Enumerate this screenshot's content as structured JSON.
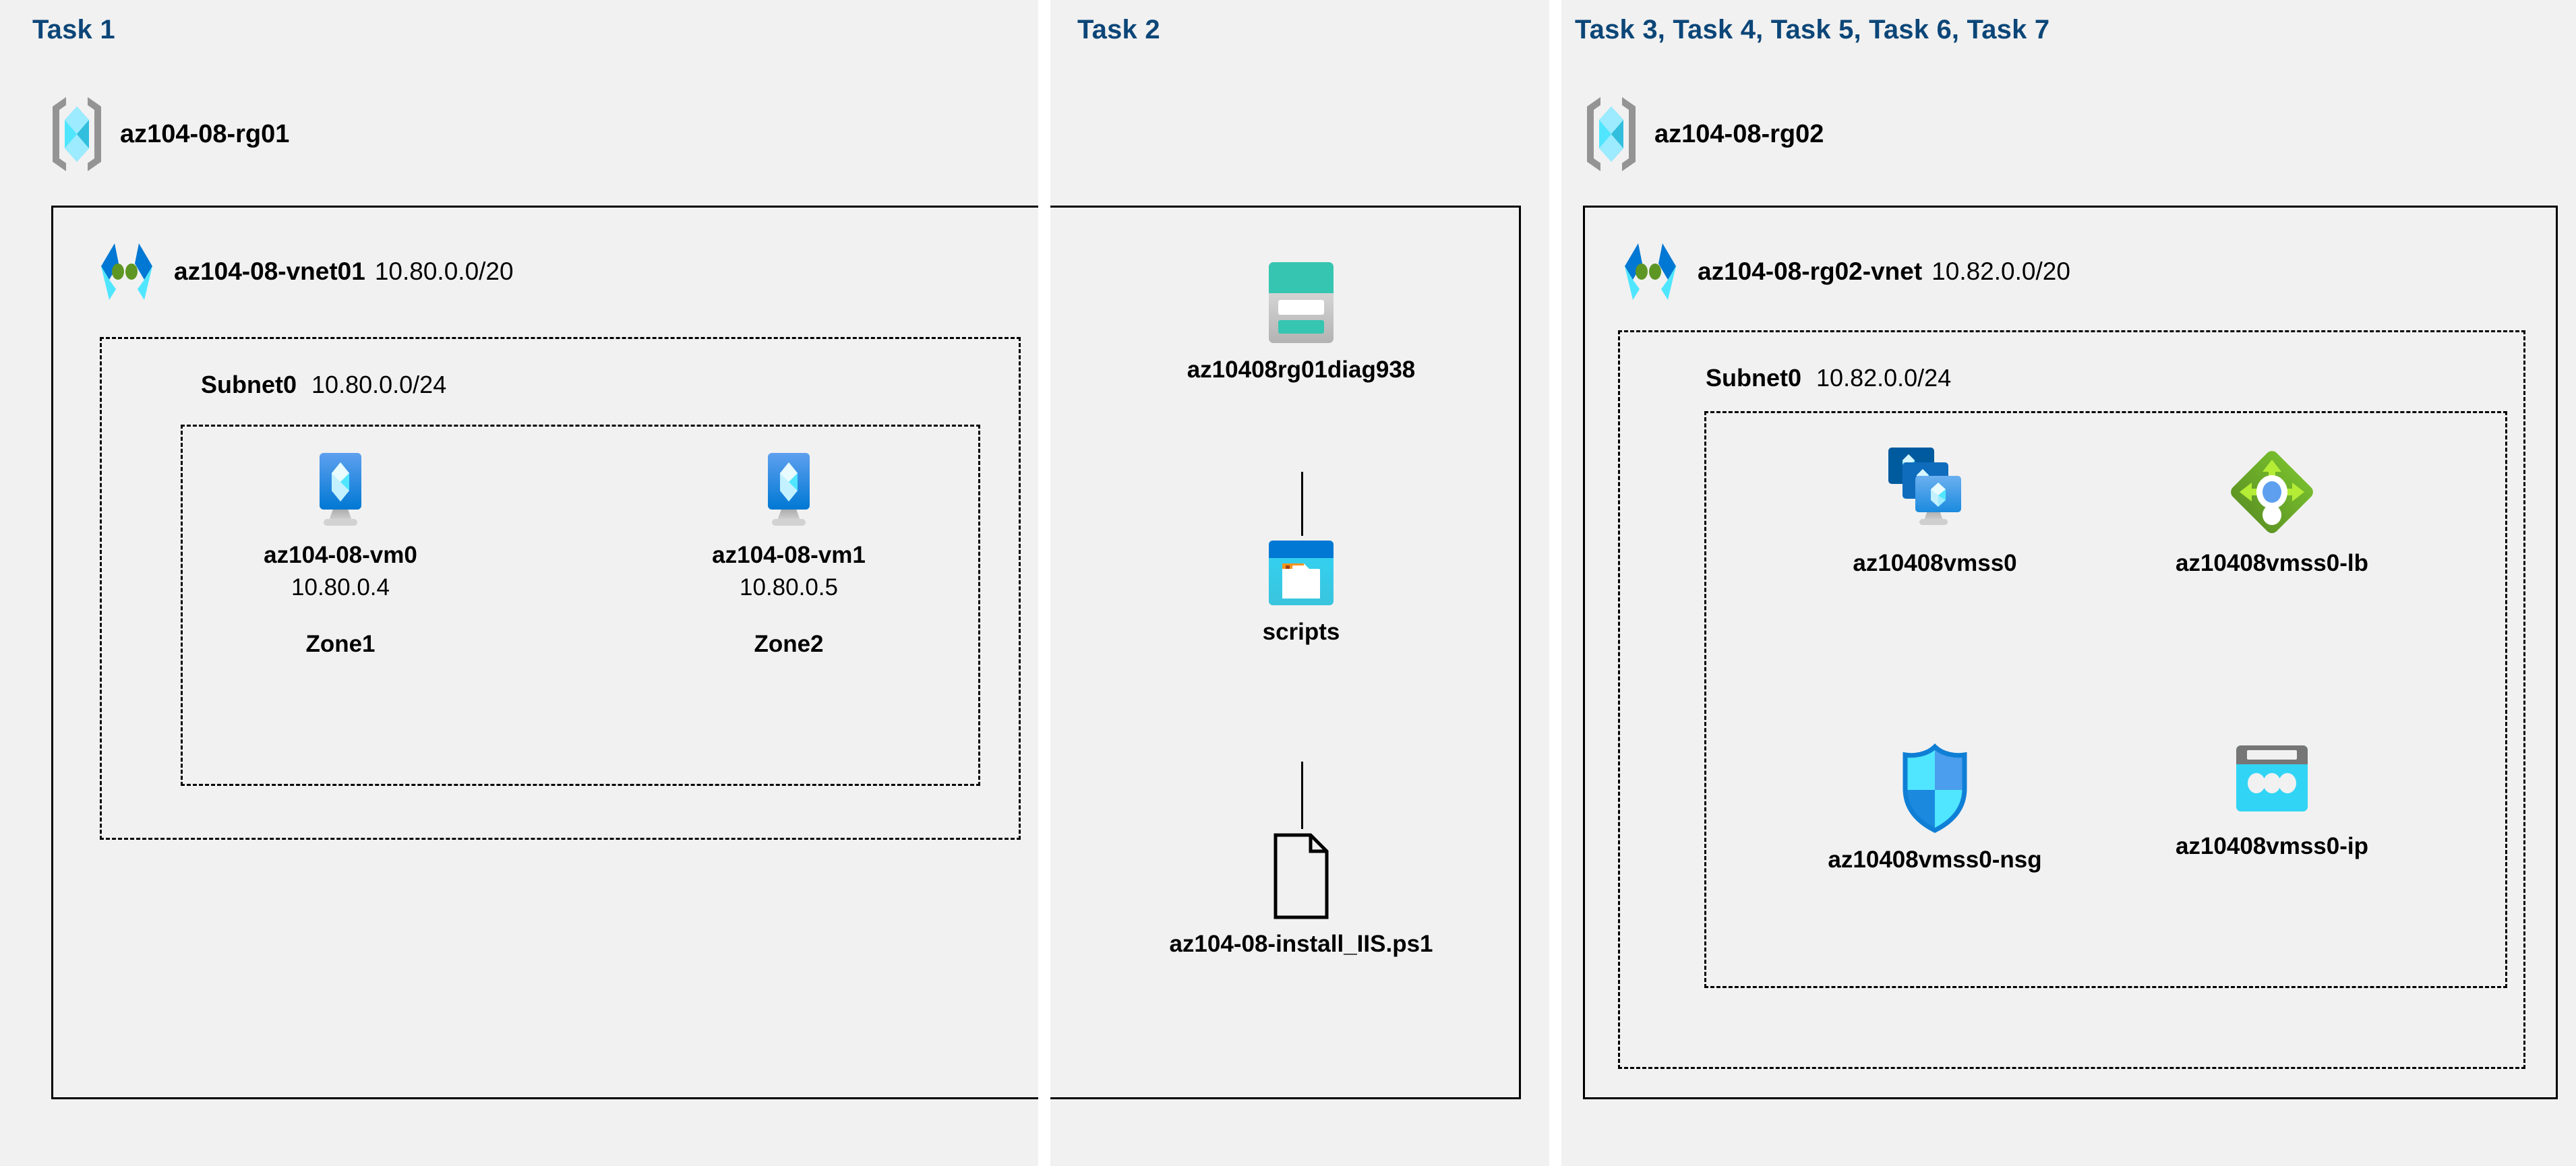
{
  "panels": [
    {
      "id": "task1",
      "title": "Task 1"
    },
    {
      "id": "task2",
      "title": "Task 2"
    },
    {
      "id": "task3",
      "title": "Task 3, Task 4, Task 5, Task 6, Task 7"
    }
  ],
  "colors": {
    "task_title": "#0c4678",
    "panel_bg": "#f1f1f1",
    "page_bg": "#ffffff",
    "border": "#000000",
    "azure_blue": "#0078d4",
    "azure_cyan": "#50e6ff",
    "storage_teal": "#36c5b0",
    "storage_teal_dark": "#1f7a70",
    "lb_green": "#5e9624",
    "lb_green_light": "#b4ec36",
    "lb_circle_blue": "#5ea0ef",
    "gray_bracket": "#949494",
    "orange_tab": "#f7941e"
  },
  "task1": {
    "resource_group": {
      "icon": "resource-group-icon",
      "name": "az104-08-rg01"
    },
    "vnet": {
      "icon": "virtual-network-icon",
      "name": "az104-08-vnet01",
      "cidr": "10.80.0.0/20"
    },
    "subnet": {
      "name": "Subnet0",
      "cidr": "10.80.0.0/24"
    },
    "vms": [
      {
        "icon": "virtual-machine-icon",
        "name": "az104-08-vm0",
        "ip": "10.80.0.4",
        "zone": "Zone1"
      },
      {
        "icon": "virtual-machine-icon",
        "name": "az104-08-vm1",
        "ip": "10.80.0.5",
        "zone": "Zone2"
      }
    ]
  },
  "task2": {
    "nodes": [
      {
        "icon": "storage-account-icon",
        "name": "az10408rg01diag938"
      },
      {
        "icon": "blob-container-icon",
        "name": "scripts"
      },
      {
        "icon": "file-icon",
        "name": "az104-08-install_IIS.ps1"
      }
    ]
  },
  "task3": {
    "resource_group": {
      "icon": "resource-group-icon",
      "name": "az104-08-rg02"
    },
    "vnet": {
      "icon": "virtual-network-icon",
      "name": "az104-08-rg02-vnet",
      "cidr": "10.82.0.0/20"
    },
    "subnet": {
      "name": "Subnet0",
      "cidr": "10.82.0.0/24"
    },
    "resources": [
      {
        "icon": "vm-scale-set-icon",
        "name": "az10408vmss0"
      },
      {
        "icon": "load-balancer-icon",
        "name": "az10408vmss0-lb"
      },
      {
        "icon": "network-security-group-icon",
        "name": "az10408vmss0-nsg"
      },
      {
        "icon": "public-ip-address-icon",
        "name": "az10408vmss0-ip"
      }
    ]
  }
}
